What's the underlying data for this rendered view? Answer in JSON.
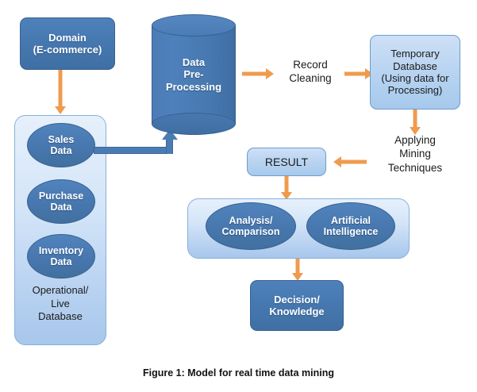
{
  "figure": {
    "caption": "Figure 1: Model for real time data mining",
    "background": "#ffffff"
  },
  "colors": {
    "dark_blue": "#4778af",
    "light_blue": "#b9d4f1",
    "panel_blue": "#d4e5f8",
    "border_blue": "#37618f",
    "orange_arrow": "#ef9b4f",
    "blue_connector": "#4a7cb4",
    "white_text": "#ffffff",
    "dark_text": "#1b1b1b"
  },
  "nodes": {
    "domain": {
      "label_line1": "Domain",
      "label_line2": "(E-commerce)"
    },
    "operational_db_panel": {
      "footer_line1": "Operational/",
      "footer_line2": "Live",
      "footer_line3": "Database",
      "items": [
        {
          "line1": "Sales",
          "line2": "Data"
        },
        {
          "line1": "Purchase",
          "line2": "Data"
        },
        {
          "line1": "Inventory",
          "line2": "Data"
        }
      ]
    },
    "data_preprocessing": {
      "label_line1": "Data",
      "label_line2": "Pre-",
      "label_line3": "Processing"
    },
    "record_cleaning": {
      "label_line1": "Record",
      "label_line2": "Cleaning"
    },
    "temporary_database": {
      "label_line1": "Temporary",
      "label_line2": "Database",
      "label_line3": "(Using data for",
      "label_line4": "Processing)"
    },
    "applying_mining": {
      "label_line1": "Applying",
      "label_line2": "Mining",
      "label_line3": "Techniques"
    },
    "result": {
      "label": "RESULT"
    },
    "techniques_panel": {
      "items": [
        {
          "line1": "Analysis/",
          "line2": "Comparison"
        },
        {
          "line1": "Artificial",
          "line2": "Intelligence"
        }
      ]
    },
    "decision": {
      "label_line1": "Decision/",
      "label_line2": "Knowledge"
    }
  }
}
